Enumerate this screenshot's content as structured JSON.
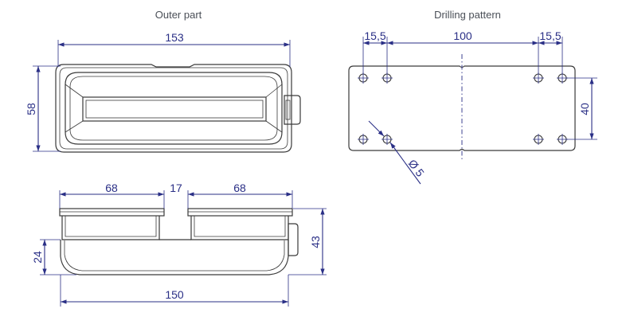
{
  "titles": {
    "outer_part": "Outer part",
    "drilling_pattern": "Drilling pattern"
  },
  "outer_part_top": {
    "width": "153",
    "height": "58"
  },
  "outer_part_side": {
    "left_recess": "68",
    "gap": "17",
    "right_recess": "68",
    "total_width": "150",
    "total_height": "43",
    "base_height": "24"
  },
  "drilling_pattern": {
    "left_offset": "15,5",
    "center_spacing": "100",
    "right_offset": "15,5",
    "vertical_spacing": "40",
    "hole_diameter": "Ø 5"
  },
  "colors": {
    "dimension": "#2a2f86",
    "outline": "#3a3a3a",
    "title": "#4a4f57"
  }
}
